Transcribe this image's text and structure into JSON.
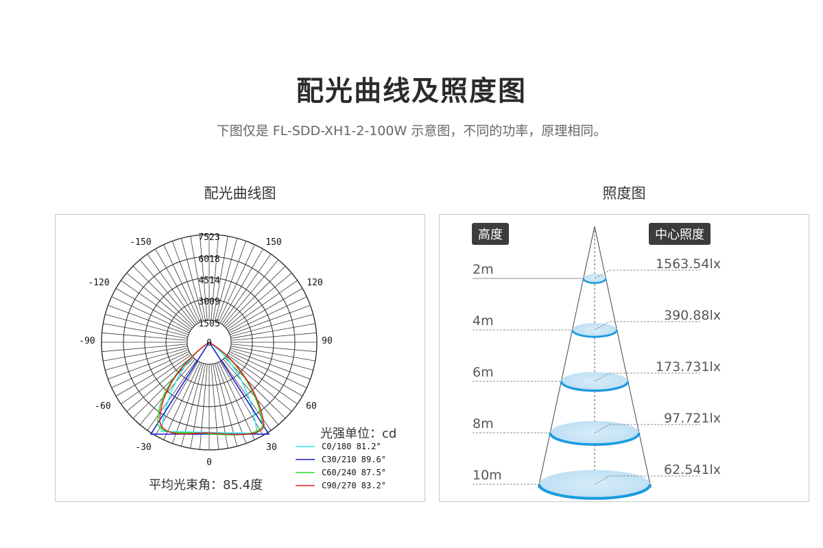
{
  "header": {
    "title": "配光曲线及照度图",
    "subtitle": "下图仅是 FL-SDD-XH1-2-100W 示意图，不同的功率，原理相同。"
  },
  "polar_chart": {
    "title": "配光曲线图",
    "radial_labels": [
      "1505",
      "3009",
      "4514",
      "6018",
      "7523"
    ],
    "angle_labels": [
      "0",
      "30",
      "60",
      "90",
      "120",
      "150",
      "-150",
      "-120",
      "-90",
      "-60",
      "-30"
    ],
    "unit_label": "光强单位：cd",
    "beam_angle_label": "平均光束角：85.4度",
    "legend": [
      {
        "label": "C0/180 81.2°",
        "color": "#2ee8e8"
      },
      {
        "label": "C30/210 89.6°",
        "color": "#1a1ad6"
      },
      {
        "label": "C60/240 87.5°",
        "color": "#22dd22"
      },
      {
        "label": "C90/270 83.2°",
        "color": "#e02020"
      }
    ]
  },
  "illuminance": {
    "title": "照度图",
    "height_tag": "高度",
    "center_tag": "中心照度",
    "levels": [
      {
        "height": "2m",
        "lux": "1563.54lx"
      },
      {
        "height": "4m",
        "lux": "390.88lx"
      },
      {
        "height": "6m",
        "lux": "173.731lx"
      },
      {
        "height": "8m",
        "lux": "97.721lx"
      },
      {
        "height": "10m",
        "lux": "62.541lx"
      }
    ]
  }
}
